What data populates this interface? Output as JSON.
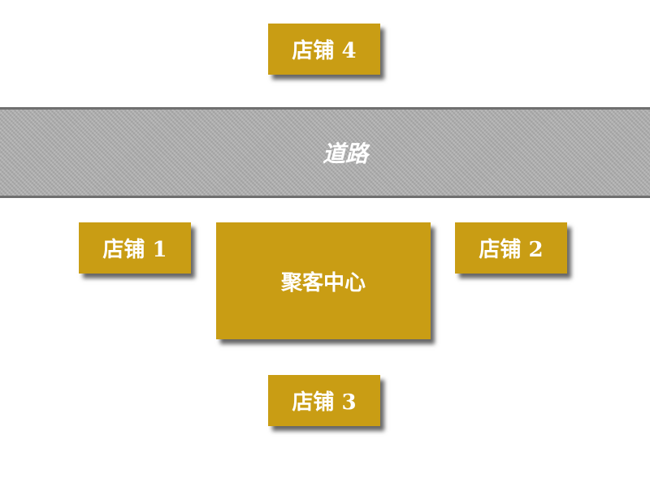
{
  "road": {
    "label": "道路"
  },
  "shops": [
    {
      "label": "店铺 4"
    },
    {
      "label": "店铺 1"
    },
    {
      "label": "店铺 2"
    },
    {
      "label": "店铺 3"
    }
  ],
  "center": {
    "label": "聚客中心"
  },
  "colors": {
    "box": "#C99D14",
    "road": "#B2B2B2",
    "road_border": "#6F6F6F"
  }
}
